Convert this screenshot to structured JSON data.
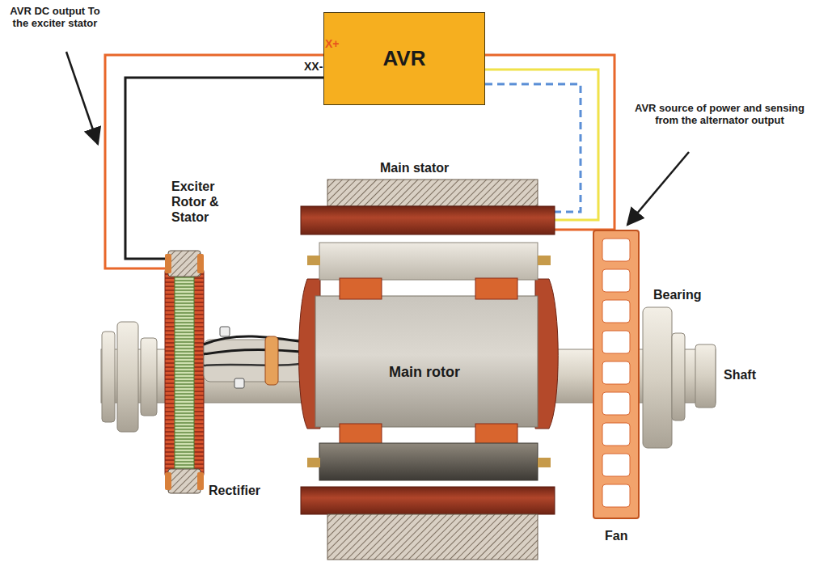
{
  "diagram": {
    "nodes": [
      {
        "text": [
          "AVR"
        ]
      }
    ],
    "labels": [
      "AVR DC output To the exciter stator",
      "X+",
      "XX-",
      "AVR source of power and sensing from the alternator output",
      "Main stator",
      "Exciter Rotor & Stator",
      "Main rotor",
      "Bearing",
      "Shaft",
      "Rectifier",
      "Fan"
    ]
  }
}
